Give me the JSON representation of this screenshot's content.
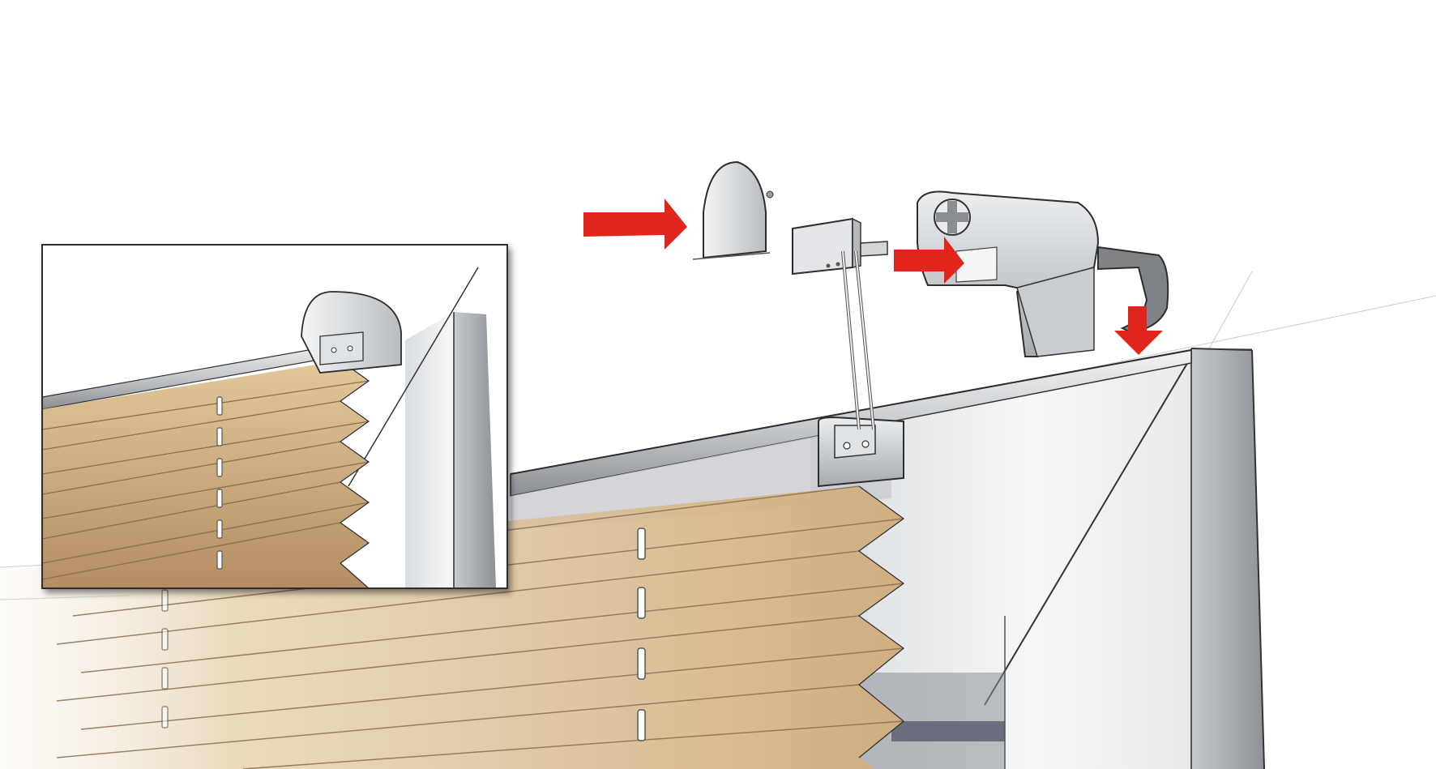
{
  "diagram": {
    "kind": "exploded assembly illustration",
    "components": [
      {
        "id": "end-cap",
        "icon": "rounded-end-cap"
      },
      {
        "id": "mounting-bracket",
        "icon": "clamp-bracket-with-rods"
      },
      {
        "id": "headrail-clip",
        "icon": "clip-mechanism"
      },
      {
        "id": "headrail",
        "icon": "aluminium-rail"
      },
      {
        "id": "pleated-fabric",
        "icon": "pleated-blind"
      },
      {
        "id": "window-frame",
        "icon": "window-frame"
      },
      {
        "id": "detail-inset",
        "icon": "magnified-detail"
      }
    ],
    "arrows": [
      {
        "id": "arrow-end-cap",
        "direction": "right"
      },
      {
        "id": "arrow-clip",
        "direction": "right"
      },
      {
        "id": "arrow-bracket",
        "direction": "down"
      }
    ],
    "colors": {
      "arrow": "#e0261c",
      "fabric_light": "#e9d6b4",
      "fabric_mid": "#d4b58a",
      "fabric_dark": "#b8946a",
      "metal_light": "#eef0f2",
      "metal_mid": "#c4c8cc",
      "metal_dark": "#7f8388",
      "outline": "#2d2d2d"
    }
  }
}
